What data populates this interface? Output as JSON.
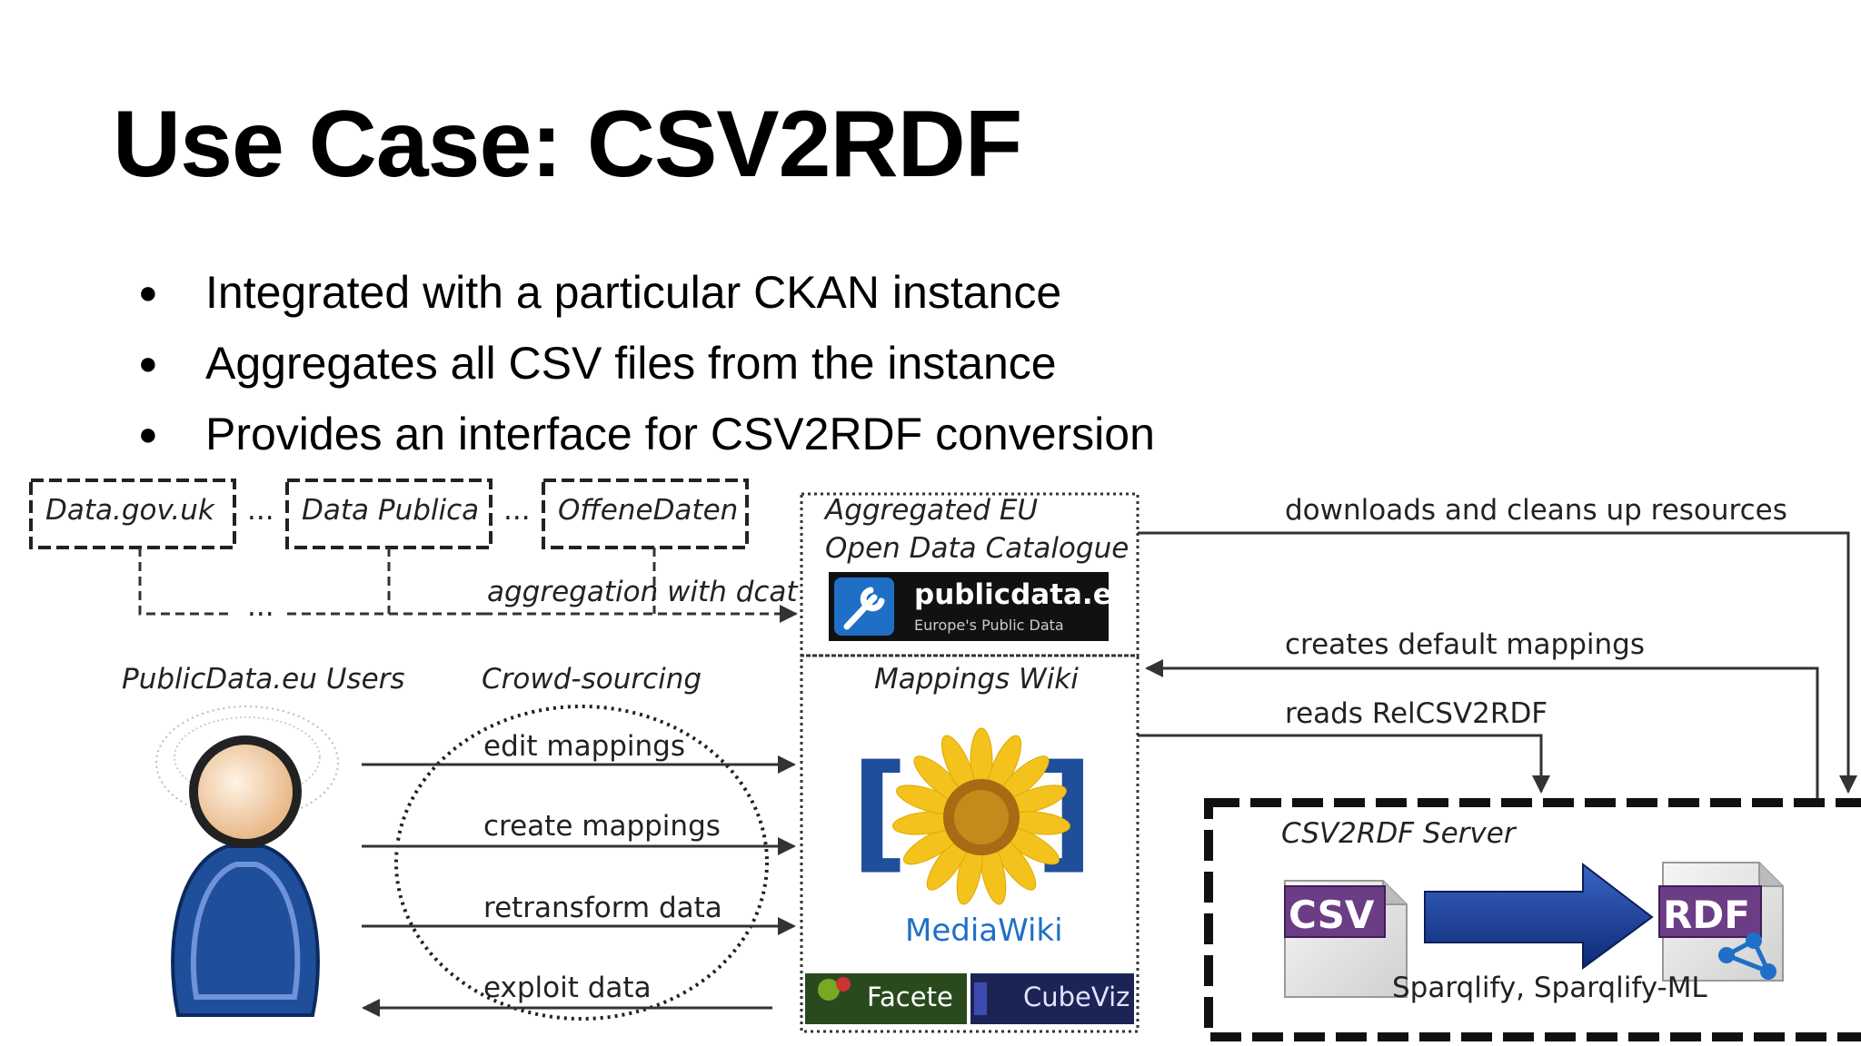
{
  "slide": {
    "title": "Use Case: CSV2RDF",
    "bullets": [
      "Integrated with a particular CKAN instance",
      "Aggregates all CSV files from the instance",
      "Provides an interface for CSV2RDF conversion"
    ]
  },
  "diagram": {
    "sources": [
      "Data.gov.uk",
      "Data Publica",
      "OffeneDaten"
    ],
    "ellipsis": "...",
    "aggregation_label": "aggregation with dcat",
    "catalogue_title_line1": "Aggregated EU",
    "catalogue_title_line2": "Open Data Catalogue",
    "publicdata_logo": "publicdata.eu",
    "publicdata_tagline": "Europe's Public Data",
    "users_label": "PublicData.eu Users",
    "crowd_label": "Crowd-sourcing",
    "actions": [
      "edit mappings",
      "create mappings",
      "retransform data",
      "exploit data"
    ],
    "wiki_title": "Mappings Wiki",
    "mediawiki_logo": "MediaWiki",
    "facete_label": "Facete",
    "cubeviz_label": "CubeViz",
    "server_flows": [
      "downloads and cleans up resources",
      "creates default mappings",
      "reads RelCSV2RDF"
    ],
    "server_title": "CSV2RDF Server",
    "csv_icon_text": "CSV",
    "rdf_icon_text": "RDF",
    "server_tools": "Sparqlify, Sparqlify-ML",
    "colors": {
      "accent_blue": "#1f4e9a",
      "doc_purple": "#6b3d85",
      "sunflower": "#f4c21d",
      "logo_black": "#111111"
    }
  }
}
